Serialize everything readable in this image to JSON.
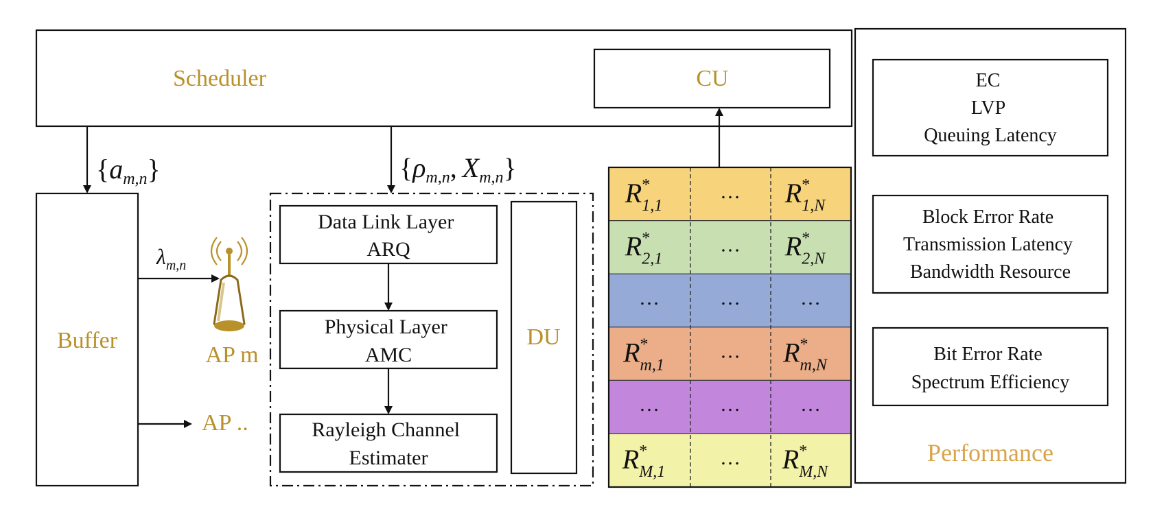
{
  "scheduler": {
    "label": "Scheduler"
  },
  "cu": {
    "label": "CU"
  },
  "buffer": {
    "label": "Buffer"
  },
  "du": {
    "label": "DU"
  },
  "ap": {
    "label_m": "AP m",
    "label_more": "AP .."
  },
  "signals": {
    "a_open": "{",
    "a_sym": "a",
    "a_sub": "m,n",
    "a_close": "}",
    "rho_open": "{",
    "rho_sym": "ρ",
    "rho_sub": "m,n",
    "comma": ",",
    "x_sym": "X",
    "x_sub": "m,n",
    "rho_close": "}",
    "lambda_sym": "λ",
    "lambda_sub": "m,n"
  },
  "layers": [
    {
      "line1": "Data Link Layer",
      "line2": "ARQ"
    },
    {
      "line1": "Physical Layer",
      "line2": "AMC"
    },
    {
      "line1": "Rayleigh Channel",
      "line2": "Estimater"
    }
  ],
  "matrix": {
    "symbol": "R",
    "star": "*",
    "dots": "…",
    "rows": [
      {
        "color": "#f7d37c",
        "left_sub": "1,1",
        "right_sub": "1,N"
      },
      {
        "color": "#c8dfb1",
        "left_sub": "2,1",
        "right_sub": "2,N"
      },
      {
        "color": "#96aad8",
        "left_sub": "",
        "right_sub": ""
      },
      {
        "color": "#ebae89",
        "left_sub": "m,1",
        "right_sub": "m,N"
      },
      {
        "color": "#c287dc",
        "left_sub": "",
        "right_sub": ""
      },
      {
        "color": "#f2f2a8",
        "left_sub": "M,1",
        "right_sub": "M,N"
      }
    ]
  },
  "performance": {
    "title": "Performance",
    "groups": [
      {
        "lines": [
          "EC",
          "LVP",
          "Queuing Latency"
        ]
      },
      {
        "lines": [
          "Block Error Rate",
          "Transmission Latency",
          "Bandwidth Resource"
        ]
      },
      {
        "lines": [
          "Bit Error Rate",
          "Spectrum Efficiency"
        ]
      }
    ]
  }
}
